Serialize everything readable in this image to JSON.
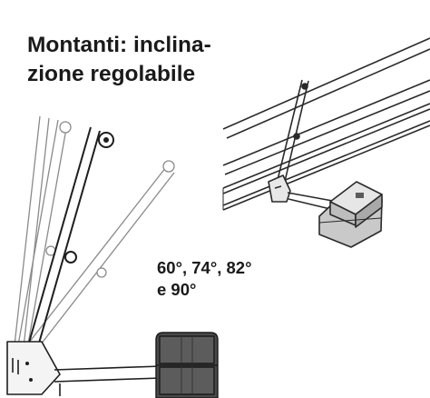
{
  "title": {
    "line1": "Montanti: inclina-",
    "line2": "zione regolabile"
  },
  "angles": {
    "line1": "60°, 74°, 82°",
    "line2": "e 90°"
  }
}
